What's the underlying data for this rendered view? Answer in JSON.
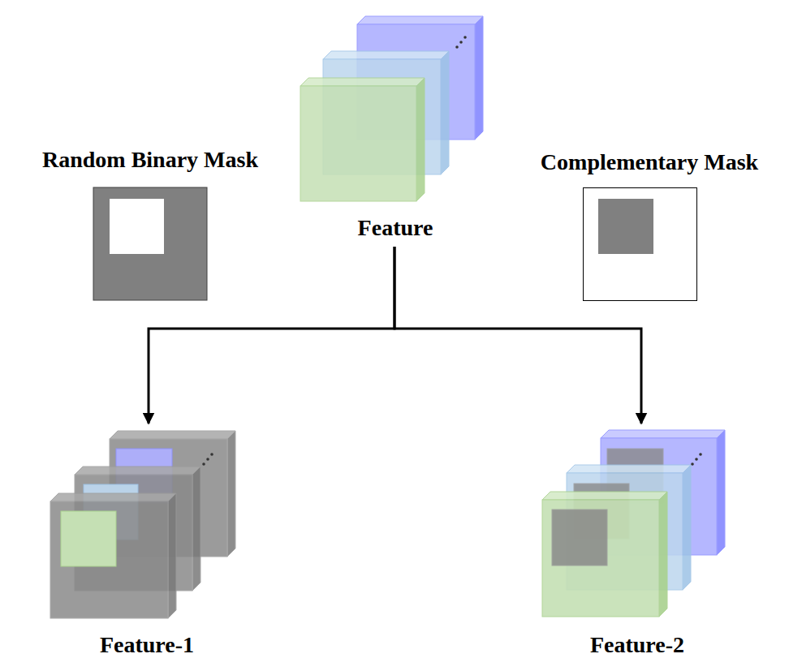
{
  "diagram": {
    "nodes": [
      {
        "text": [
          "Random Binary Mask"
        ]
      },
      {
        "text": [
          "Feature"
        ]
      },
      {
        "text": [
          "Complementary Mask"
        ]
      },
      {
        "text": [
          "Feature-1"
        ]
      },
      {
        "text": [
          "Feature-2"
        ]
      }
    ],
    "edges": [
      {
        "from": 1,
        "to": 3,
        "arrow": "to"
      },
      {
        "from": 1,
        "to": 4,
        "arrow": "to"
      }
    ]
  }
}
